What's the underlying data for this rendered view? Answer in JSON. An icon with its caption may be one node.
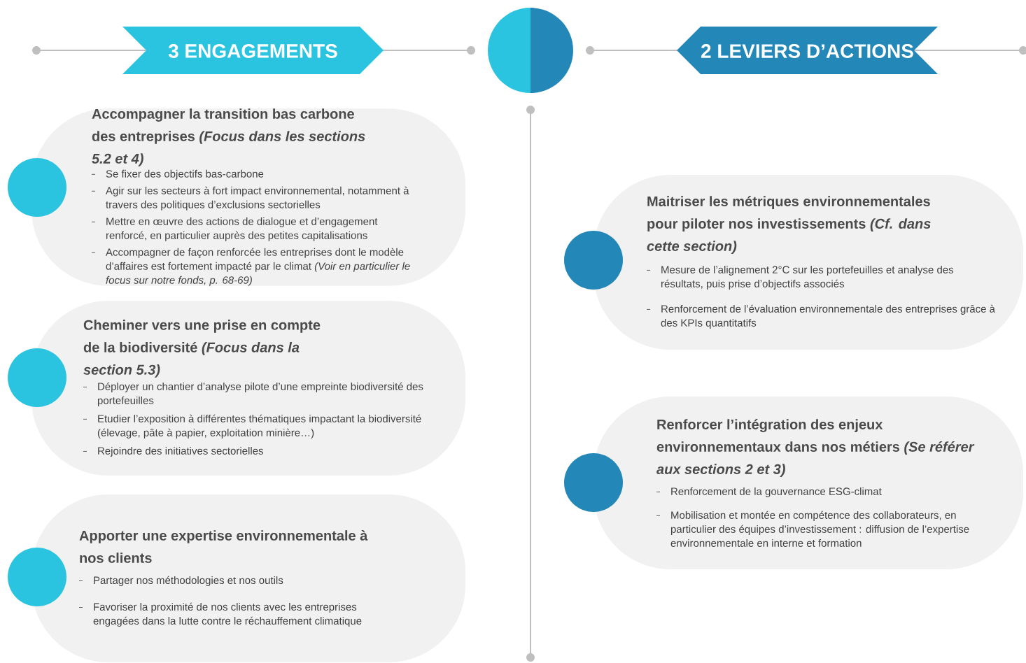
{
  "diagram": {
    "nodes": [
      {
        "text": [
          "3 ENGAGEMENTS"
        ]
      },
      {
        "text": [
          "2 LEVIERS D’ACTIONS"
        ]
      },
      {
        "text": [
          "Accompagner la transition bas carbone des entreprises *(Focus dans les sections 5.2 et 4)*",
          "Se fixer des objectifs bas-carbone",
          "Agir sur les secteurs à fort impact environnemental, notamment à travers des politiques d’exclusions sectorielles",
          "Mettre en œuvre des actions de dialogue et d’engagement renforcé, en particulier auprès des petites capitalisations",
          "Accompagner de façon renforcée les entreprises dont le modèle d’affaires est fortement impacté par le climat *(Voir en particulier le focus sur notre fonds, p. 68-69)*"
        ]
      },
      {
        "text": [
          "Cheminer vers une prise en compte de la biodiversité *(Focus dans la section 5.3)*",
          "Déployer un chantier d’analyse pilote d’une empreinte biodiversité des portefeuilles",
          "Etudier l’exposition à différentes thématiques impactant la biodiversité (élevage, pâte à papier, exploitation minière…)",
          "Rejoindre des initiatives sectorielles"
        ]
      },
      {
        "text": [
          "Apporter une expertise environnementale à nos clients",
          "Partager nos méthodologies et nos outils",
          "Favoriser la proximité de nos clients avec les entreprises engagées dans la lutte contre le réchauffement climatique"
        ]
      },
      {
        "text": [
          "Maitriser les métriques environnementales pour piloter nos investissements *(Cf. dans cette section)*",
          "Mesure de l’alignement 2°C sur les portefeuilles et analyse des résultats, puis prise d’objectifs associés",
          "Renforcement de l’évaluation environnementale des entreprises grâce à des KPIs quantitatifs"
        ]
      },
      {
        "text": [
          "Renforcer l’intégration des enjeux environnementaux dans nos métiers *(Se référer aux sections 2 et 3)*",
          "Renforcement de la gouvernance ESG-climat",
          "Mobilisation et montée en compétence des collaborateurs, en particulier des équipes d’investissement : diffusion de l’expertise environnementale en interne et formation"
        ]
      },
      {
        "text": [],
        "shape": "circle"
      },
      {
        "text": [],
        "shape": "circle"
      },
      {
        "text": [],
        "shape": "circle"
      },
      {
        "text": [],
        "shape": "circle"
      },
      {
        "text": [],
        "shape": "circle"
      }
    ]
  }
}
